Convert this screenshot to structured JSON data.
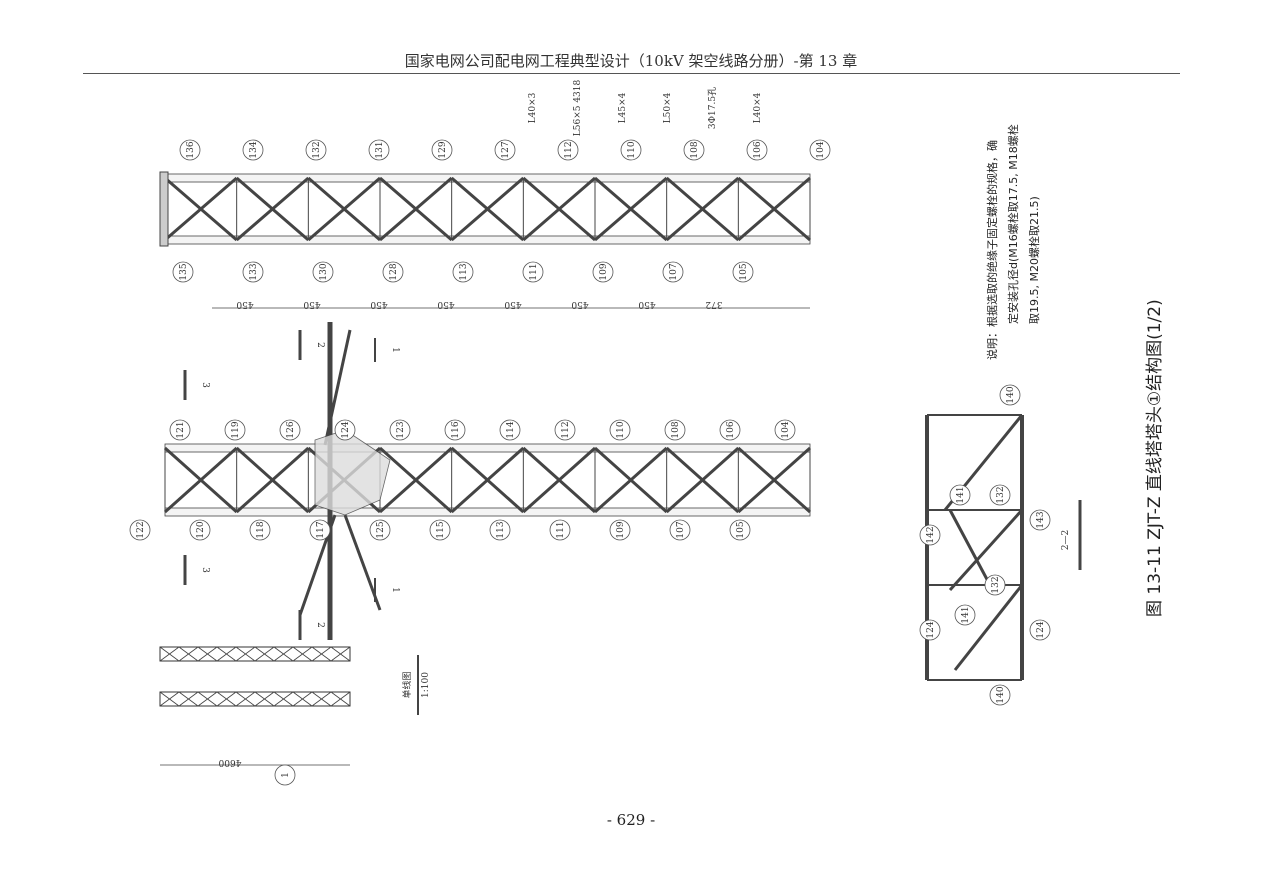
{
  "header": {
    "title": "国家电网公司配电网工程典型设计（10kV 架空线路分册）-第 13 章"
  },
  "page_number": "- 629 -",
  "caption": "图  13-11   ZJT-Z 直线塔塔头①结构图(1/2)",
  "notes": {
    "line1": "说明：根据选取的绝缘子固定螺栓的规格，确",
    "line2": "定安装孔径d(M16螺栓取17.5, M18螺栓",
    "line3": "取19.5, M20螺栓取21.5)"
  },
  "drawing": {
    "section_label": "2—2",
    "single_line_label": "单线图",
    "scale": "1:100",
    "total_length": "4600",
    "upper_parts": [
      "136",
      "134",
      "132",
      "131",
      "129",
      "127",
      "112",
      "110",
      "108",
      "106",
      "104",
      "135",
      "133",
      "130",
      "128",
      "113",
      "111",
      "109",
      "107",
      "105"
    ],
    "lower_parts": [
      "121",
      "119",
      "126",
      "124",
      "123",
      "116",
      "114",
      "112",
      "110",
      "108",
      "106",
      "104",
      "122",
      "120",
      "118",
      "117",
      "125",
      "115",
      "113",
      "111",
      "109",
      "107",
      "105"
    ],
    "section_parts": [
      "140",
      "141",
      "132",
      "143",
      "142",
      "124",
      "141",
      "132",
      "124",
      "140"
    ],
    "dims": [
      "450",
      "450",
      "450",
      "450",
      "450",
      "450",
      "450",
      "372"
    ],
    "members": [
      "L40×3",
      "L56×5 4318",
      "L45×4",
      "L50×4",
      "3Φ17.5孔",
      "L40×4"
    ],
    "markers": [
      "3",
      "2",
      "1"
    ]
  }
}
